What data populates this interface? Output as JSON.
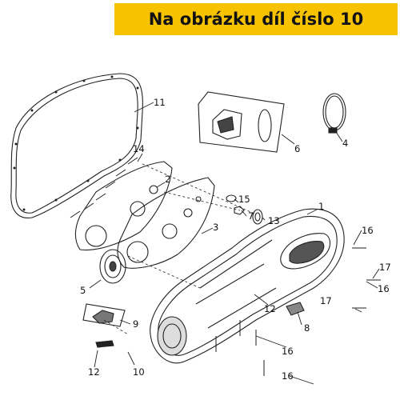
{
  "banner": {
    "text": "Na obrázku díl číslo 10",
    "color": "#f7c300"
  },
  "part_labels": [
    "11",
    "6",
    "4",
    "14",
    "2",
    "15",
    "7",
    "13",
    "1",
    "16",
    "3",
    "5",
    "17",
    "12",
    "8",
    "9",
    "12",
    "10",
    "16",
    "17",
    "16",
    "16"
  ]
}
